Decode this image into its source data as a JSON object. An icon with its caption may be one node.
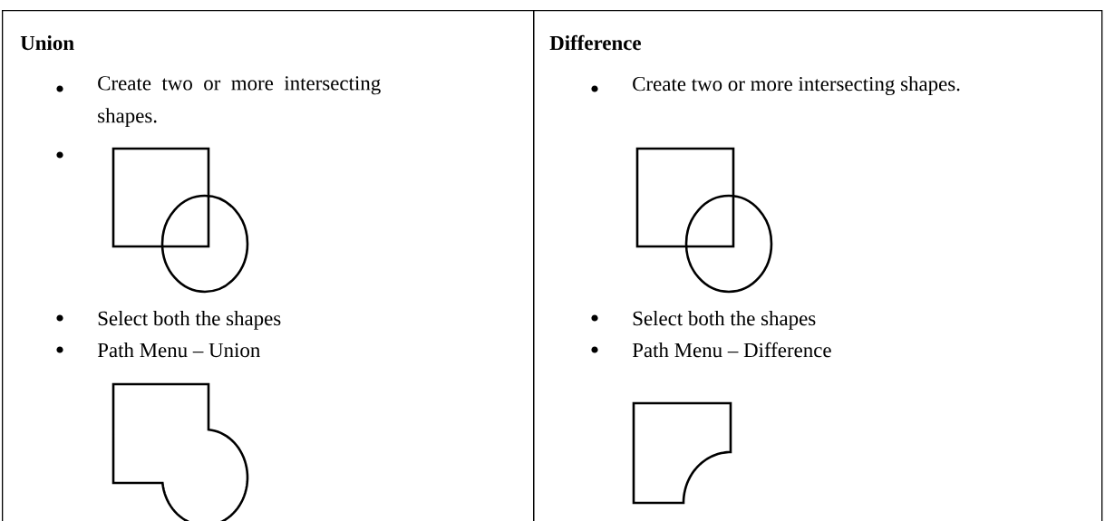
{
  "diagram": {
    "nodes": [
      {
        "text": [
          "Union",
          "Create two or more intersecting shapes.",
          "Select both the shapes",
          "Path Menu – Union"
        ]
      },
      {
        "text": [
          "Difference",
          "Create two or more intersecting shapes.",
          "Select both the shapes",
          "Path Menu – Difference"
        ]
      }
    ]
  }
}
